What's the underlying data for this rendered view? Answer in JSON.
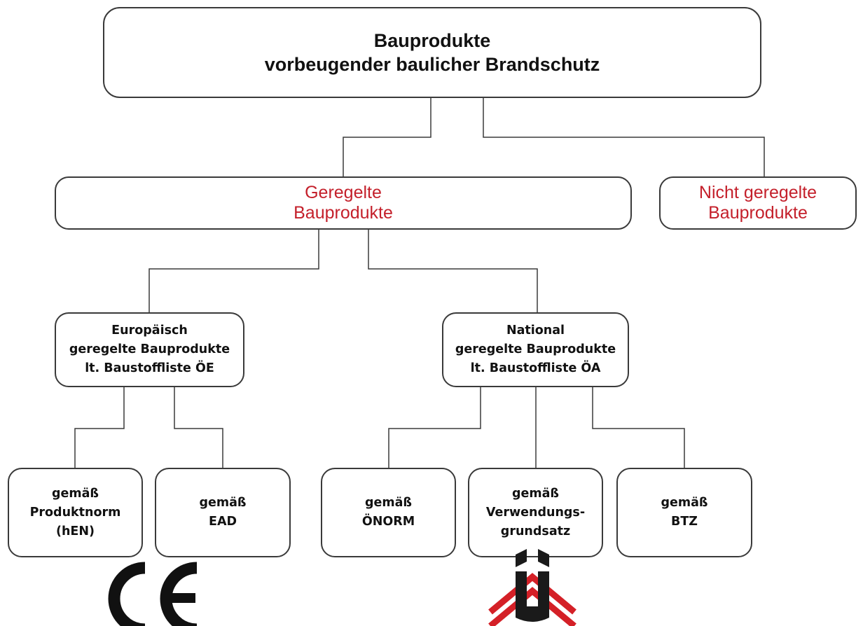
{
  "root": {
    "line1": "Bauprodukte",
    "line2": "vorbeugender baulicher Brandschutz"
  },
  "level2": {
    "geregelt": {
      "line1": "Geregelte",
      "line2": "Bauprodukte"
    },
    "nicht_geregelt": {
      "line1": "Nicht geregelte",
      "line2": "Bauprodukte"
    }
  },
  "level3": {
    "europaeisch": {
      "line1": "Europäisch",
      "line2": "geregelte Bauprodukte",
      "line3": "lt. Baustoffliste ÖE"
    },
    "national": {
      "line1": "National",
      "line2": "geregelte Bauprodukte",
      "line3": "lt. Baustoffliste ÖA"
    }
  },
  "leaves": [
    {
      "line1": "gemäß",
      "line2": "Produktnorm",
      "line3": "(hEN)"
    },
    {
      "line1": "gemäß",
      "line2": "EAD"
    },
    {
      "line1": "gemäß",
      "line2": "ÖNORM"
    },
    {
      "line1": "gemäß",
      "line2": "Verwendungs-",
      "line3": "grundsatz"
    },
    {
      "line1": "gemäß",
      "line2": "BTZ"
    }
  ],
  "logos": {
    "ce": "CE",
    "national_mark": "ÜA"
  },
  "colors": {
    "accent_red": "#c4202b",
    "line": "#3a3a3a",
    "text": "#111111"
  }
}
